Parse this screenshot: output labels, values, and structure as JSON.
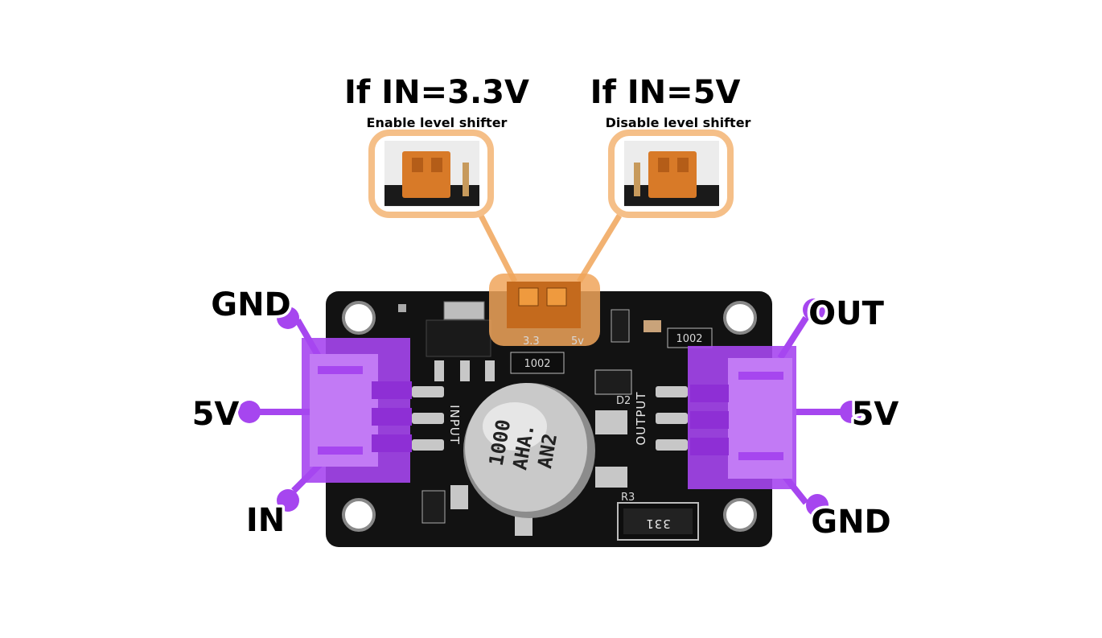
{
  "jumper_left": {
    "title": "If IN=3.3V",
    "subtitle": "Enable level shifter"
  },
  "jumper_right": {
    "title": "If IN=5V",
    "subtitle": "Disable level shifter"
  },
  "input_pins": [
    "GND",
    "5V",
    "IN"
  ],
  "output_pins": [
    "OUT",
    "5V",
    "GND"
  ],
  "board": {
    "input_silk": "INPUT",
    "output_silk": "OUTPUT",
    "capacitor_line1": "1000",
    "capacitor_line2": "AHA.",
    "capacitor_line3": "AN2",
    "resistor_top": "1002",
    "resistor_mid": "1002",
    "resistor_bottom": "331",
    "d2": "D2",
    "r3": "R3",
    "jumper_silk_left": "3.3",
    "jumper_silk_right": "5v"
  },
  "colors": {
    "connector": "#a646ef",
    "jumper_highlight": "#f0a55a",
    "pcb": "#121212"
  }
}
